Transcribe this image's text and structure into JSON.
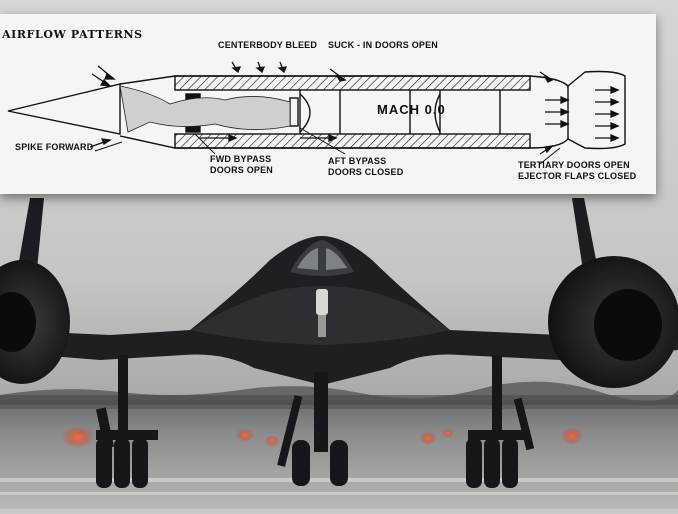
{
  "diagram": {
    "title": "AIRFLOW PATTERNS",
    "labels": {
      "centerbody_bleed": "CENTERBODY BLEED",
      "suck_in_doors": "SUCK - IN DOORS OPEN",
      "mach": "MACH 0.0",
      "spike_forward": "SPIKE FORWARD",
      "fwd_bypass_line1": "FWD BYPASS",
      "fwd_bypass_line2": "DOORS OPEN",
      "aft_bypass_line1": "AFT BYPASS",
      "aft_bypass_line2": "DOORS CLOSED",
      "tertiary_line1": "TERTIARY DOORS OPEN",
      "tertiary_line2": "EJECTOR FLAPS CLOSED"
    }
  },
  "photo": {
    "subject_icons": [
      "aircraft-icon",
      "runway-light-icon"
    ]
  }
}
